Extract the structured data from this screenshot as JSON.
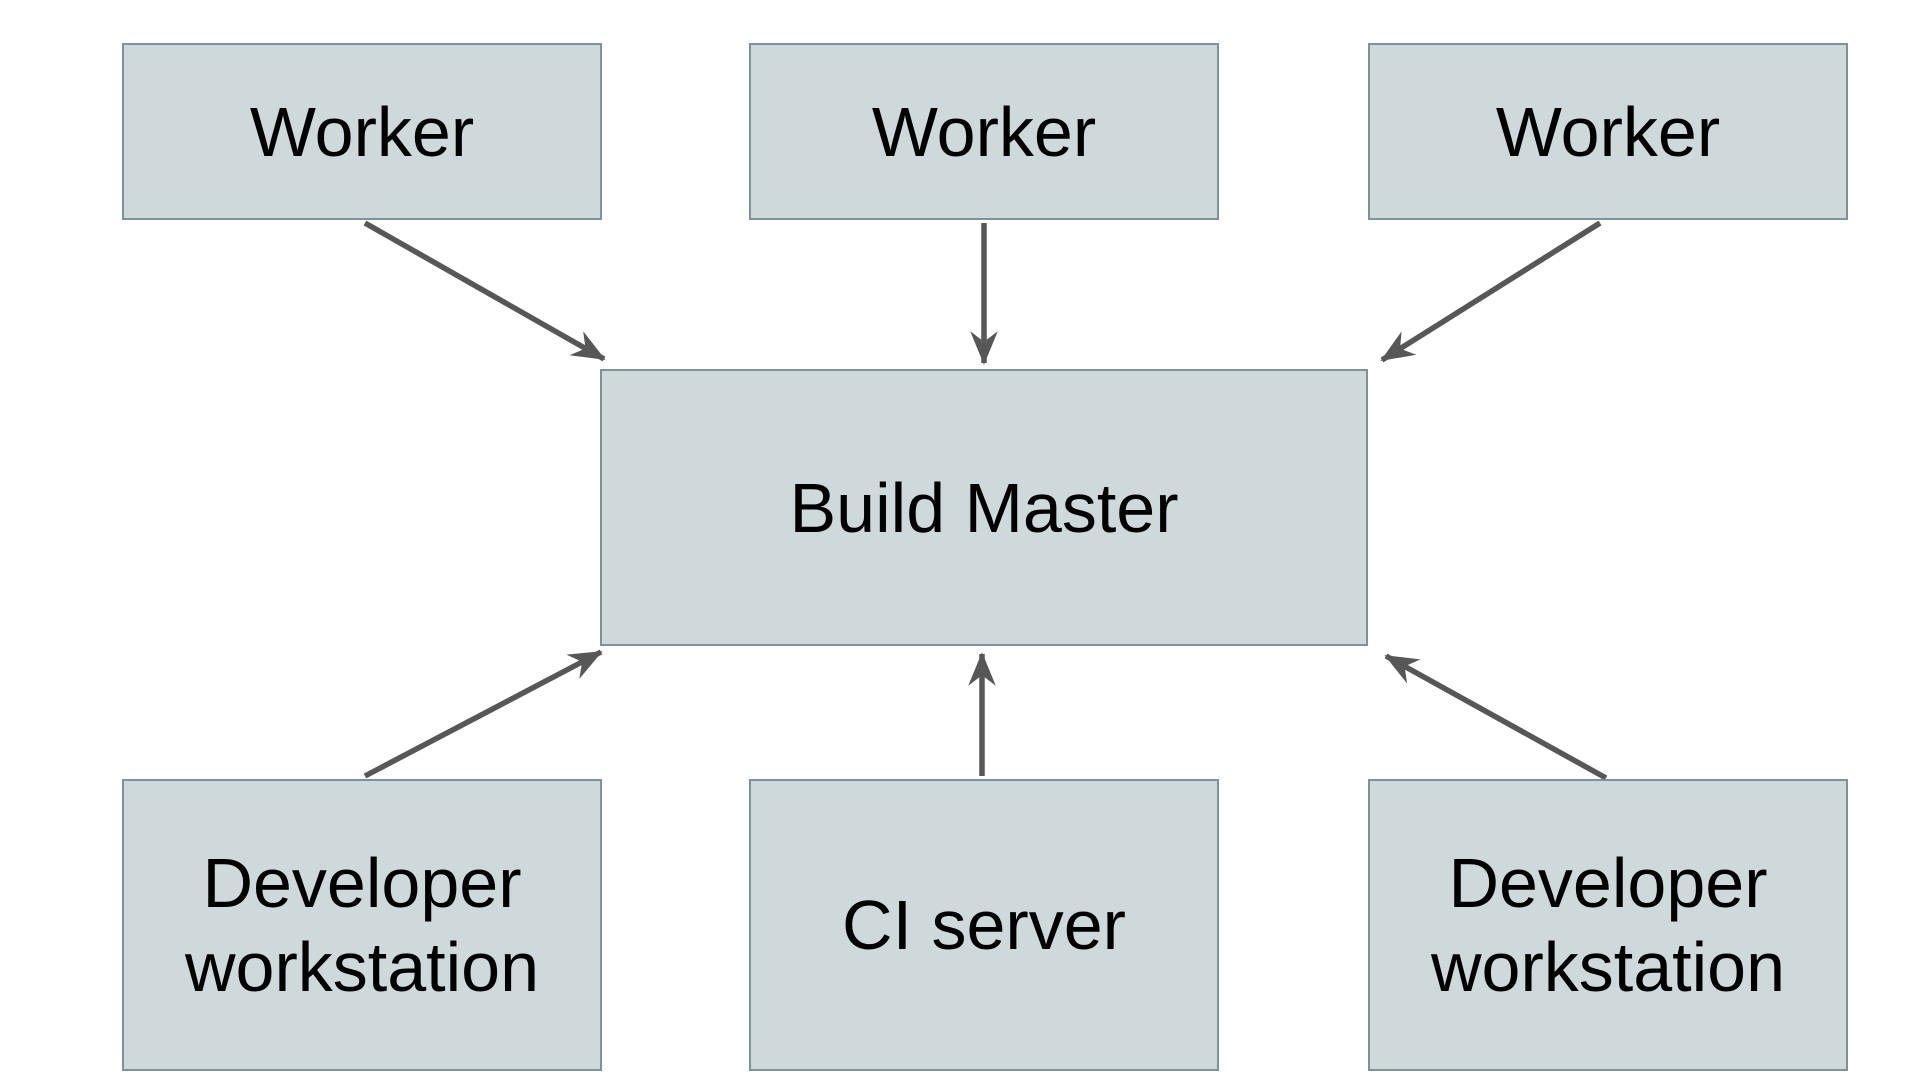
{
  "diagram": {
    "title": "build-master-topology",
    "nodes": {
      "worker_left": {
        "label": "Worker"
      },
      "worker_center": {
        "label": "Worker"
      },
      "worker_right": {
        "label": "Worker"
      },
      "build_master": {
        "label": "Build Master"
      },
      "developer_workstation_left": {
        "label": "Developer workstation"
      },
      "ci_server": {
        "label": "CI server"
      },
      "developer_workstation_right": {
        "label": "Developer workstation"
      }
    },
    "edges": [
      {
        "from": "worker_left",
        "to": "build_master"
      },
      {
        "from": "worker_center",
        "to": "build_master"
      },
      {
        "from": "worker_right",
        "to": "build_master"
      },
      {
        "from": "developer_workstation_left",
        "to": "build_master"
      },
      {
        "from": "ci_server",
        "to": "build_master"
      },
      {
        "from": "developer_workstation_right",
        "to": "build_master"
      }
    ],
    "colors": {
      "node_fill": "#cfd8db",
      "node_border": "#7e929c",
      "arrow": "#575757",
      "text": "#000000",
      "background": "#ffffff"
    }
  }
}
